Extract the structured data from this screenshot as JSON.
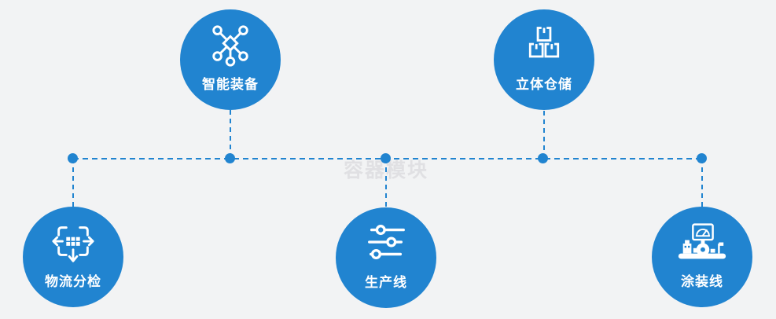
{
  "canvas": {
    "background_color": "#f2f3f4",
    "accent_color": "#2184d0",
    "watermark": "容器模块"
  },
  "nodes": [
    {
      "label": "智能装备",
      "icon": "network-nodes-icon",
      "position": "top-left"
    },
    {
      "label": "立体仓储",
      "icon": "stacked-boxes-icon",
      "position": "top-right"
    },
    {
      "label": "物流分检",
      "icon": "sort-distribute-icon",
      "position": "bottom-left"
    },
    {
      "label": "生产线",
      "icon": "sliders-icon",
      "position": "bottom-center"
    },
    {
      "label": "涂装线",
      "icon": "paint-machine-icon",
      "position": "bottom-right"
    }
  ]
}
